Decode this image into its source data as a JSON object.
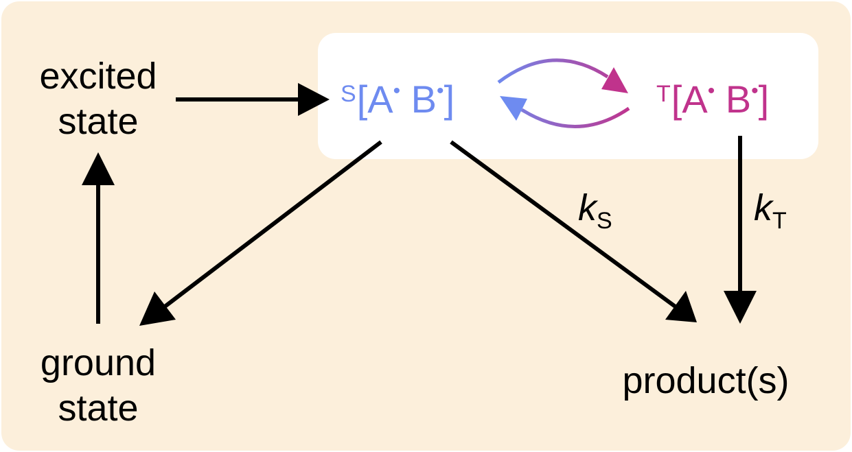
{
  "nodes": {
    "excited_line1": "excited",
    "excited_line2": "state",
    "ground_line1": "ground",
    "ground_line2": "state",
    "product": "product(s)"
  },
  "radical_pairs": {
    "singlet": {
      "spin": "S",
      "body": "[A",
      "dot1": "•",
      "mid": " B",
      "dot2": "•",
      "close": "]",
      "color": "#6e8bf0"
    },
    "triplet": {
      "spin": "T",
      "body": "[A",
      "dot1": "•",
      "mid": " B",
      "dot2": "•",
      "close": "]",
      "color": "#c0338c"
    }
  },
  "rates": {
    "singlet": {
      "symbol": "k",
      "subscript": "S"
    },
    "triplet": {
      "symbol": "k",
      "subscript": "T"
    }
  },
  "colors": {
    "background_panel": "#fcefdb",
    "radical_box": "#ffffff",
    "arrow": "#000000"
  }
}
